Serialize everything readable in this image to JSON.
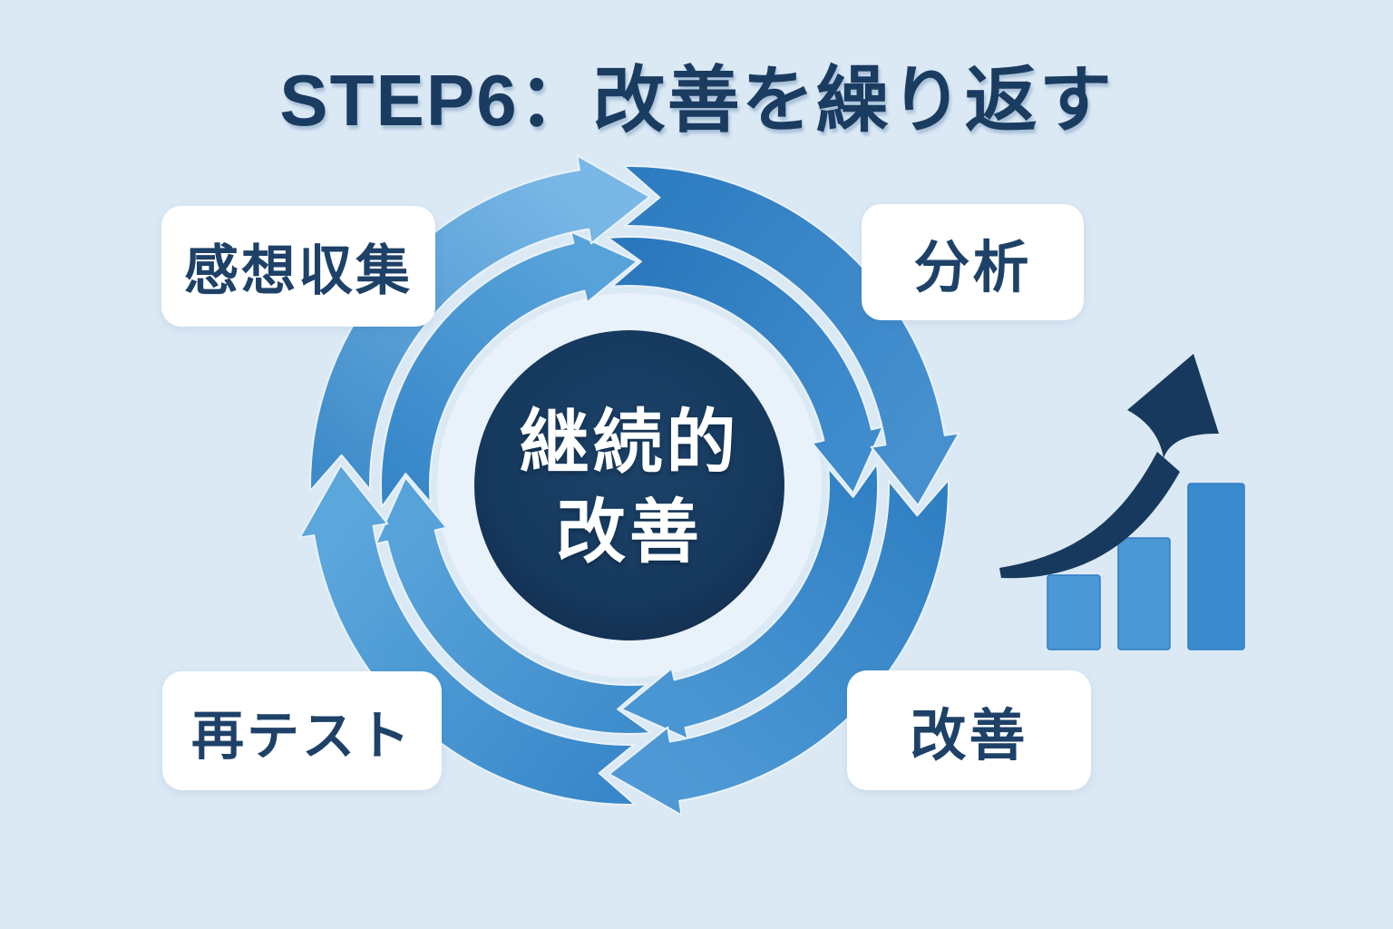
{
  "title": "STEP6：改善を繰り返す",
  "cycle": {
    "direction": "clockwise",
    "center_label": {
      "line1": "継続的",
      "line2": "改善"
    },
    "steps": [
      {
        "label": "感想収集",
        "position": "top-left"
      },
      {
        "label": "分析",
        "position": "top-right"
      },
      {
        "label": "改善",
        "position": "bottom-right"
      },
      {
        "label": "再テスト",
        "position": "bottom-left"
      }
    ]
  },
  "growth_icon": {
    "name": "rising-bar-chart-with-arrow-icon",
    "bar_heights": [
      82,
      123,
      183
    ],
    "bar_colors": [
      "#4b98d7",
      "#4b98d7",
      "#3a8bce"
    ],
    "arrow_color": "#17395d"
  },
  "colors": {
    "background": "#dbe9f5",
    "title_navy": "#1b3c61",
    "center_circle_navy": "#16395e",
    "halo_ring": "#e9f2fa",
    "arrow_blue_dark": "#2d7cc1",
    "arrow_blue_light": "#79b7e6",
    "card_background": "#ffffff",
    "card_text": "#1e4168"
  }
}
